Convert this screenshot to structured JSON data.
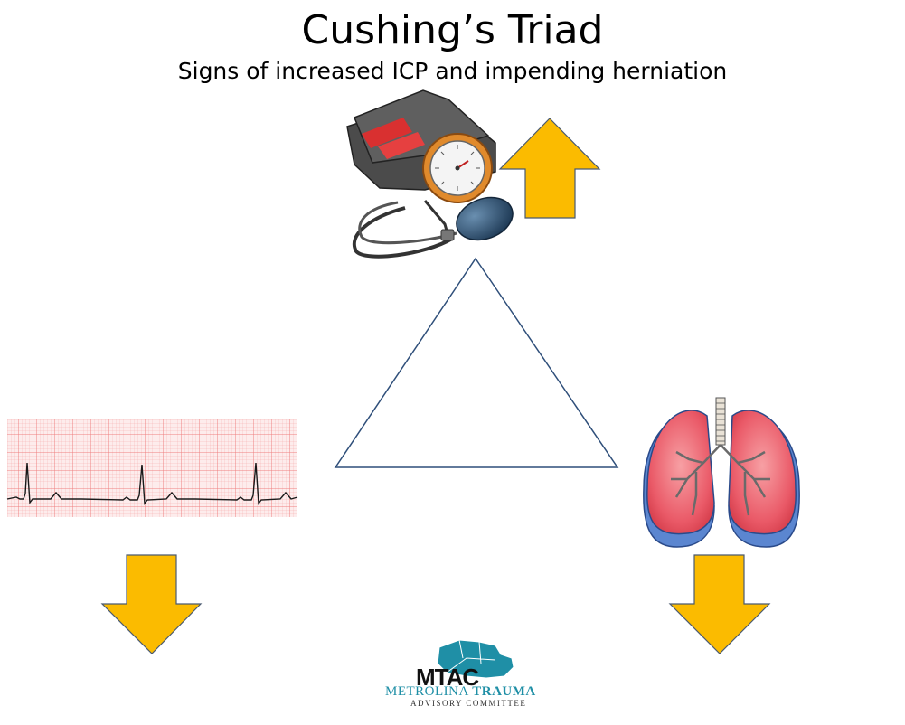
{
  "slide": {
    "title": "Cushing’s Triad",
    "subtitle": "Signs of increased ICP and impending herniation"
  },
  "arrows": {
    "blood_pressure": "up",
    "heart_rate": "down",
    "respirations": "down",
    "color": "#fbbb00"
  },
  "illustrations": [
    "blood-pressure-cuff",
    "ecg-strip",
    "lungs"
  ],
  "logo": {
    "abbrev": "MTAC",
    "line1a": "METROLINA",
    "line1b": "TRAUMA",
    "line2": "ADVISORY COMMITTEE"
  }
}
